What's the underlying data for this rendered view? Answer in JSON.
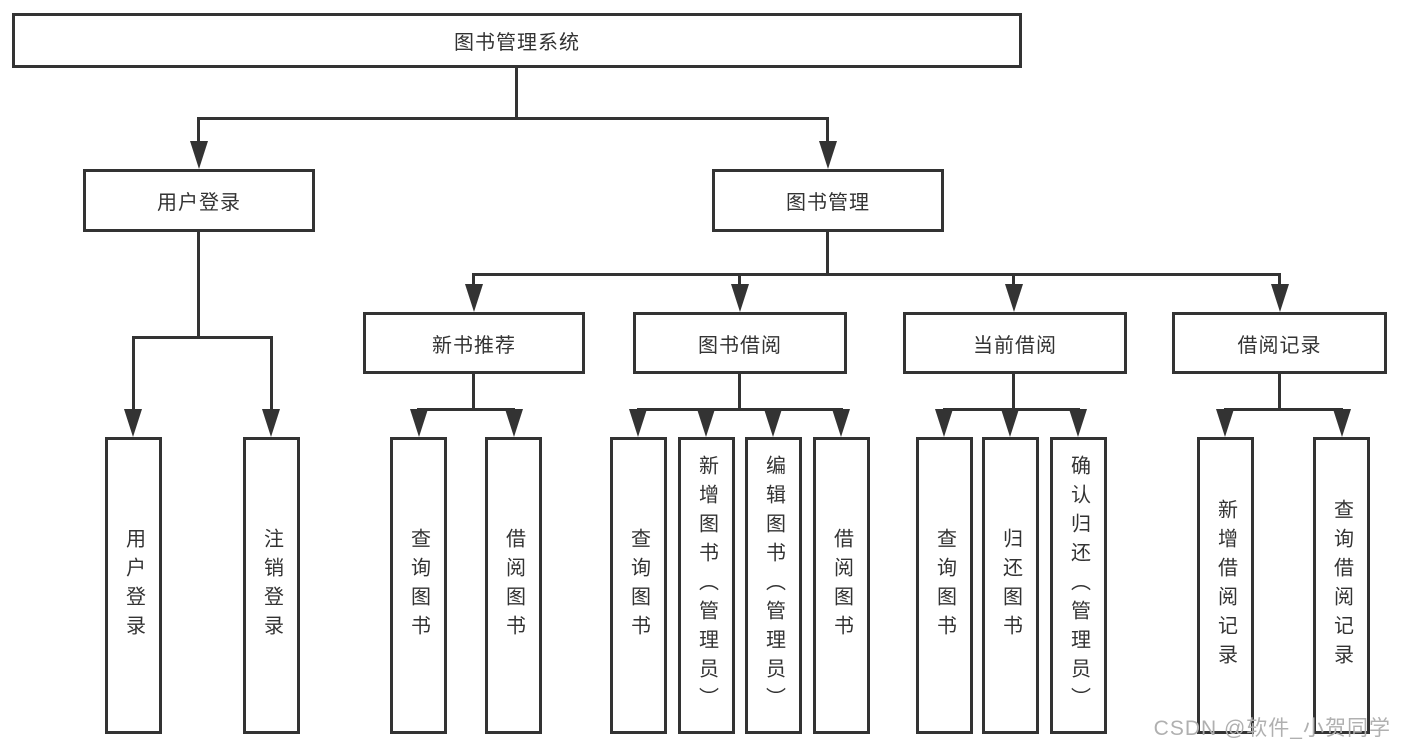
{
  "diagram_type": "hierarchy-tree",
  "colors": {
    "line": "#333333",
    "text": "#333333",
    "box_background": "#ffffff",
    "watermark": "#b0b0b0"
  },
  "tree": {
    "label": "图书管理系统",
    "children": [
      {
        "label": "用户登录",
        "children": [
          {
            "label": "用户登录"
          },
          {
            "label": "注销登录"
          }
        ]
      },
      {
        "label": "图书管理",
        "children": [
          {
            "label": "新书推荐",
            "children": [
              {
                "label": "查询图书"
              },
              {
                "label": "借阅图书"
              }
            ]
          },
          {
            "label": "图书借阅",
            "children": [
              {
                "label": "查询图书"
              },
              {
                "label": "新增图书（管理员）"
              },
              {
                "label": "编辑图书（管理员）"
              },
              {
                "label": "借阅图书"
              }
            ]
          },
          {
            "label": "当前借阅",
            "children": [
              {
                "label": "查询图书"
              },
              {
                "label": "归还图书"
              },
              {
                "label": "确认归还（管理员）"
              }
            ]
          },
          {
            "label": "借阅记录",
            "children": [
              {
                "label": "新增借阅记录"
              },
              {
                "label": "查询借阅记录"
              }
            ]
          }
        ]
      }
    ]
  },
  "watermark": {
    "text": "CSDN @软件_小贺同学"
  }
}
